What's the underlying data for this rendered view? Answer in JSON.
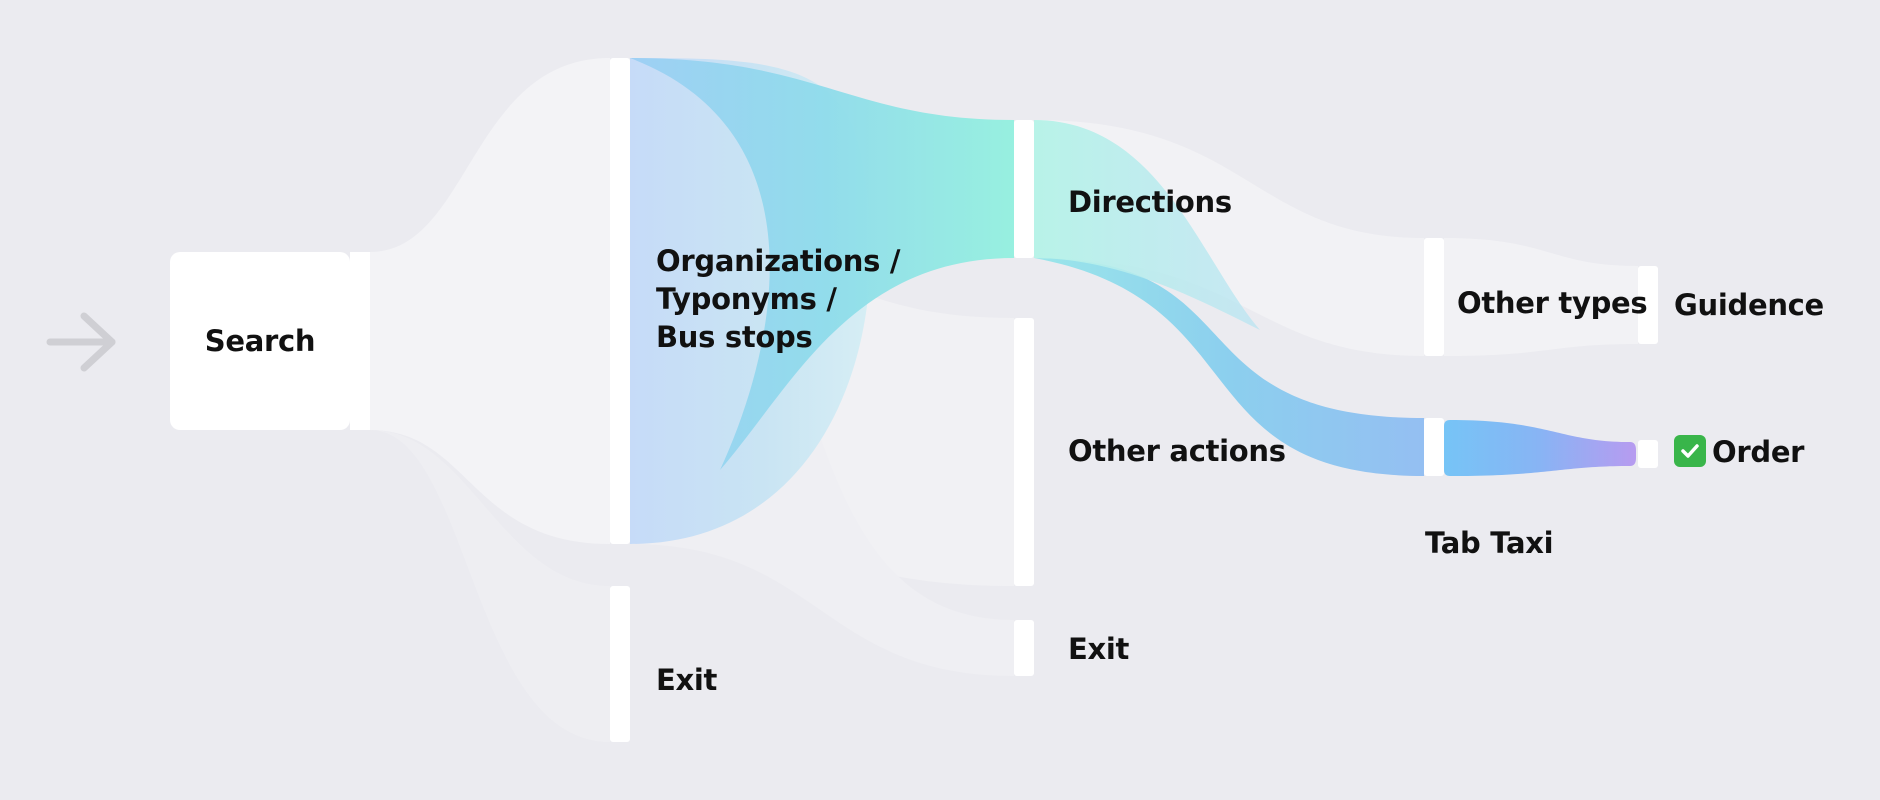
{
  "diagram": {
    "type": "sankey",
    "nodes": {
      "search": "Search",
      "organizations": "Organizations /\nTyponyms /\nBus stops",
      "exit_1": "Exit",
      "directions": "Directions",
      "other_actions": "Other actions",
      "exit_2": "Exit",
      "other_types": "Other types",
      "tab_taxi": "Tab Taxi",
      "guidence": "Guidence",
      "order": "Order"
    },
    "icons": {
      "entry": "arrow-right-icon",
      "order": "check-mark-icon"
    },
    "colors": {
      "background": "#ebebf0",
      "node_bar": "#ffffff",
      "flow_neutral": "#f4f4f7",
      "flow_blue": "#c9ddf8",
      "flow_teal": "#94eee0",
      "flow_sky": "#79c2f5",
      "flow_purple": "#b69af0",
      "check_green": "#39b54a"
    }
  }
}
